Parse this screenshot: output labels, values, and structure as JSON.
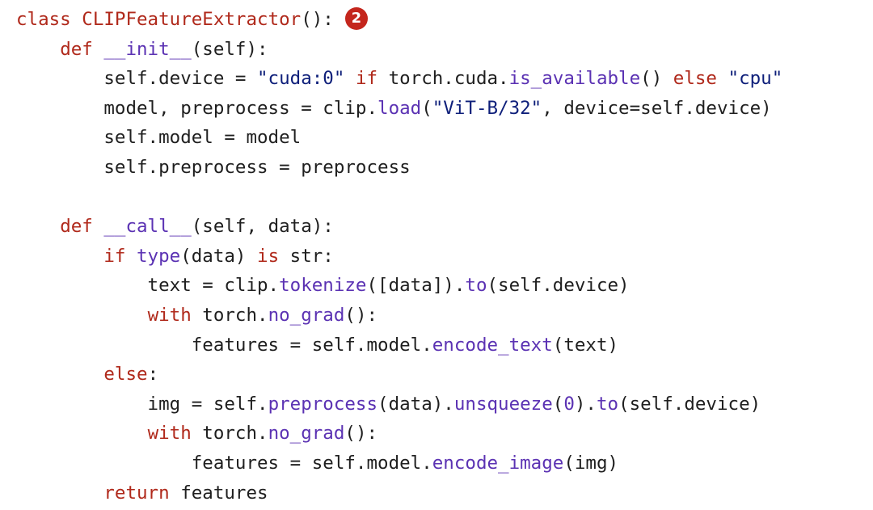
{
  "badge": "2",
  "colors": {
    "keyword": "#b0291b",
    "function": "#5b32b3",
    "string": "#0e1f7a",
    "text": "#1f1f1f",
    "badge": "#c4261d"
  },
  "lines": [
    [
      {
        "t": "class ",
        "c": "kw"
      },
      {
        "t": "CLIPFeatureExtractor",
        "c": "kw"
      },
      {
        "t": "():"
      }
    ],
    [
      {
        "t": "    "
      },
      {
        "t": "def",
        "c": "kw"
      },
      {
        "t": " "
      },
      {
        "t": "__init__",
        "c": "fn"
      },
      {
        "t": "(self):"
      }
    ],
    [
      {
        "t": "        self.device = "
      },
      {
        "t": "\"cuda:0\"",
        "c": "str"
      },
      {
        "t": " "
      },
      {
        "t": "if",
        "c": "kw"
      },
      {
        "t": " torch.cuda."
      },
      {
        "t": "is_available",
        "c": "fn"
      },
      {
        "t": "() "
      },
      {
        "t": "else",
        "c": "kw"
      },
      {
        "t": " "
      },
      {
        "t": "\"cpu\"",
        "c": "str"
      }
    ],
    [
      {
        "t": "        model, preprocess = clip."
      },
      {
        "t": "load",
        "c": "fn"
      },
      {
        "t": "("
      },
      {
        "t": "\"ViT-B/32\"",
        "c": "str"
      },
      {
        "t": ", device=self.device)"
      }
    ],
    [
      {
        "t": "        self.model = model"
      }
    ],
    [
      {
        "t": "        self.preprocess = preprocess"
      }
    ],
    [],
    [
      {
        "t": "    "
      },
      {
        "t": "def",
        "c": "kw"
      },
      {
        "t": " "
      },
      {
        "t": "__call__",
        "c": "fn"
      },
      {
        "t": "(self, data):"
      }
    ],
    [
      {
        "t": "        "
      },
      {
        "t": "if",
        "c": "kw"
      },
      {
        "t": " "
      },
      {
        "t": "type",
        "c": "fn"
      },
      {
        "t": "(data) "
      },
      {
        "t": "is",
        "c": "kw"
      },
      {
        "t": " str:"
      }
    ],
    [
      {
        "t": "            text = clip."
      },
      {
        "t": "tokenize",
        "c": "fn"
      },
      {
        "t": "([data])."
      },
      {
        "t": "to",
        "c": "fn"
      },
      {
        "t": "(self.device)"
      }
    ],
    [
      {
        "t": "            "
      },
      {
        "t": "with",
        "c": "kw"
      },
      {
        "t": " torch."
      },
      {
        "t": "no_grad",
        "c": "fn"
      },
      {
        "t": "():"
      }
    ],
    [
      {
        "t": "                features = self.model."
      },
      {
        "t": "encode_text",
        "c": "fn"
      },
      {
        "t": "(text)"
      }
    ],
    [
      {
        "t": "        "
      },
      {
        "t": "else",
        "c": "kw"
      },
      {
        "t": ":"
      }
    ],
    [
      {
        "t": "            img = self."
      },
      {
        "t": "preprocess",
        "c": "fn"
      },
      {
        "t": "(data)."
      },
      {
        "t": "unsqueeze",
        "c": "fn"
      },
      {
        "t": "("
      },
      {
        "t": "0",
        "c": "num"
      },
      {
        "t": ")."
      },
      {
        "t": "to",
        "c": "fn"
      },
      {
        "t": "(self.device)"
      }
    ],
    [
      {
        "t": "            "
      },
      {
        "t": "with",
        "c": "kw"
      },
      {
        "t": " torch."
      },
      {
        "t": "no_grad",
        "c": "fn"
      },
      {
        "t": "():"
      }
    ],
    [
      {
        "t": "                features = self.model."
      },
      {
        "t": "encode_image",
        "c": "fn"
      },
      {
        "t": "(img)"
      }
    ],
    [
      {
        "t": "        "
      },
      {
        "t": "return",
        "c": "kw"
      },
      {
        "t": " features"
      }
    ]
  ]
}
